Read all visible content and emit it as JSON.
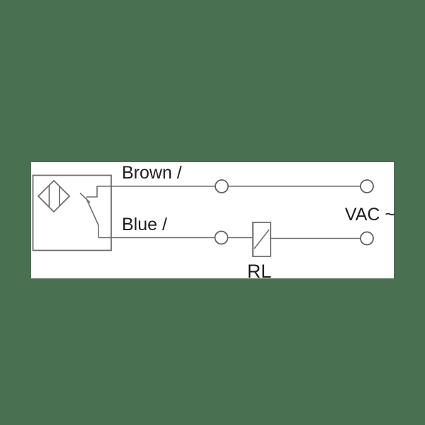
{
  "diagram": {
    "title": "sensor-relay-wiring-diagram",
    "labels": {
      "brown_wire": "Brown /",
      "blue_wire": "Blue /",
      "supply": "VAC ~",
      "load": "RL"
    },
    "icons": {
      "sensor": "proximity-sensor-diamond-icon",
      "switch": "normally-open-contact-icon",
      "load": "load-box-diagonal-icon",
      "terminal": "terminal-circle-icon"
    },
    "colors": {
      "background": "#497051",
      "panel": "#ffffff",
      "line": "#6f6f6f",
      "text": "#1e1e1e"
    }
  }
}
